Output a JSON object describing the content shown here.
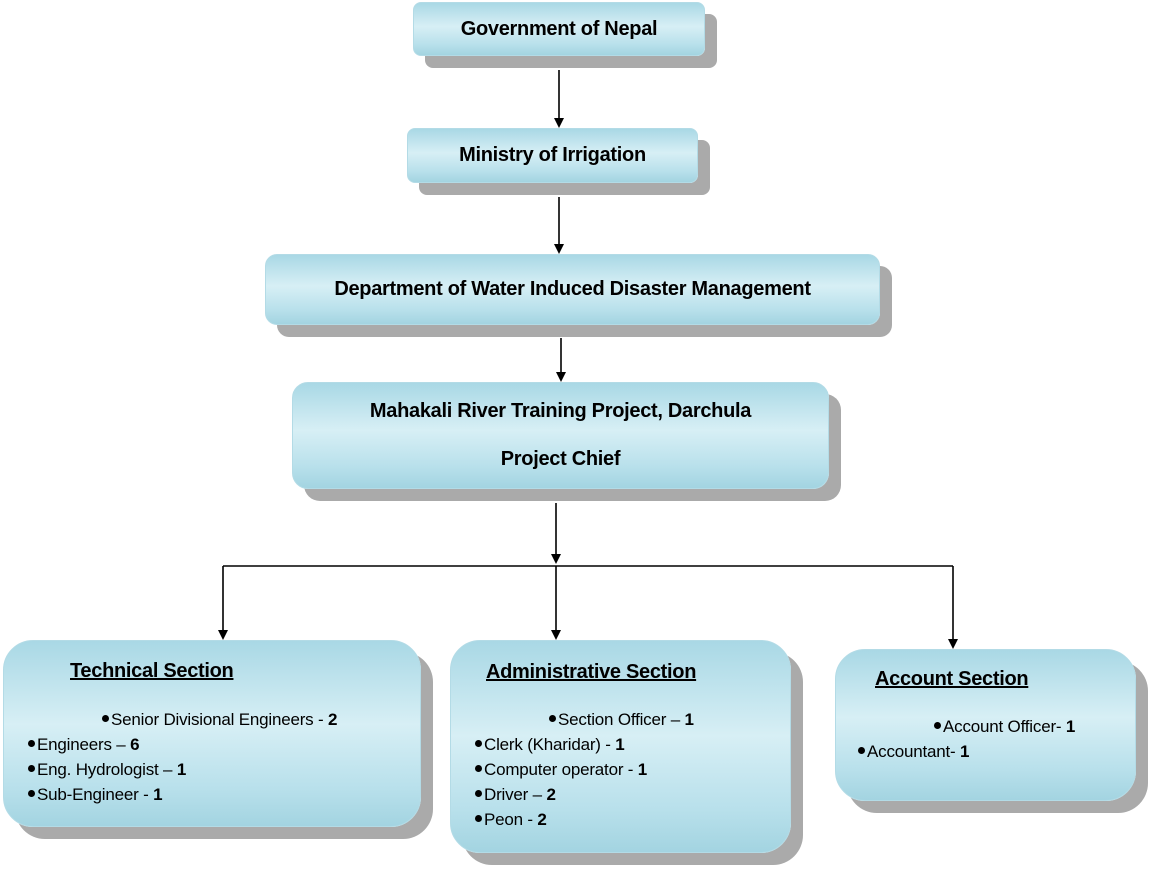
{
  "nodes": {
    "government": "Government of Nepal",
    "ministry": "Ministry of Irrigation",
    "department": "Department of Water Induced Disaster Management",
    "project": {
      "name": "Mahakali River Training Project, Darchula",
      "chief": "Project Chief"
    }
  },
  "sections": {
    "technical": {
      "title": "Technical Section",
      "items": [
        {
          "label": "Senior Divisional Engineers - ",
          "count": "2"
        },
        {
          "label": "Engineers – ",
          "count": "6"
        },
        {
          "label": "Eng. Hydrologist – ",
          "count": "1"
        },
        {
          "label": "Sub-Engineer - ",
          "count": "1"
        }
      ]
    },
    "administrative": {
      "title": "Administrative Section",
      "items": [
        {
          "label": "Section Officer – ",
          "count": "1"
        },
        {
          "label": "Clerk (Kharidar) - ",
          "count": "1"
        },
        {
          "label": "Computer operator -  ",
          "count": "1"
        },
        {
          "label": "Driver – ",
          "count": "2"
        },
        {
          "label": "Peon - ",
          "count": "2"
        }
      ]
    },
    "account": {
      "title": "Account Section",
      "items": [
        {
          "label": "Account Officer- ",
          "count": "1"
        },
        {
          "label": "Accountant- ",
          "count": "1"
        }
      ]
    }
  },
  "colors": {
    "box_fill": "#cde9f1",
    "box_border": "#b3dbe6",
    "shadow": "#aaaaaa",
    "connector": "#000000"
  }
}
